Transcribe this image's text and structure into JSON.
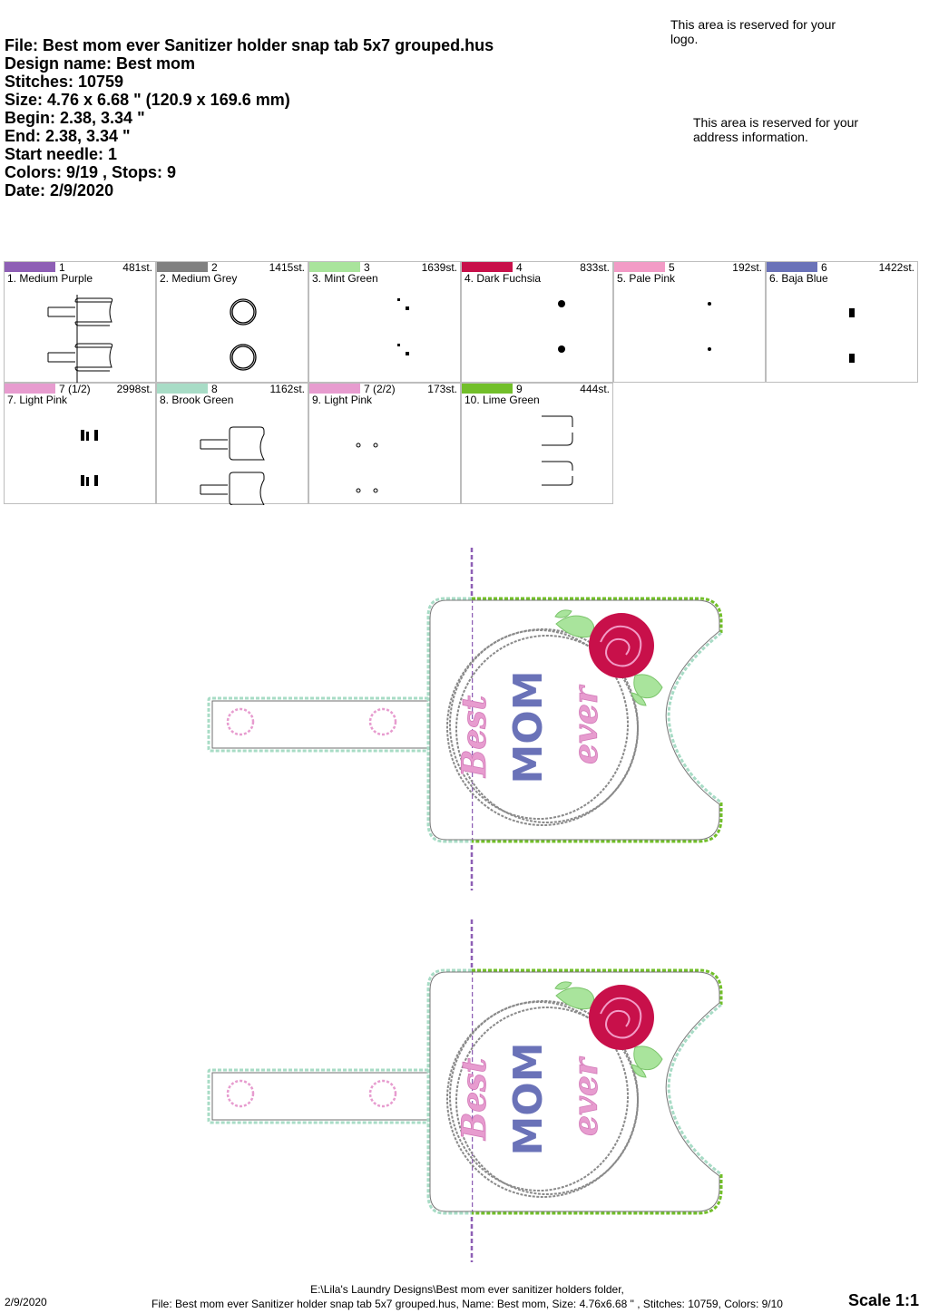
{
  "header": {
    "file": "File: Best mom ever Sanitizer holder snap tab 5x7 grouped.hus",
    "design_name": "Design name: Best mom",
    "stitches": "Stitches: 10759",
    "size": "Size: 4.76 x 6.68 \" (120.9 x 169.6 mm)",
    "begin": "Begin: 2.38, 3.34 \"",
    "end": "End: 2.38, 3.34 \"",
    "start_needle": "Start needle: 1",
    "colors_stops": "Colors: 9/19 , Stops: 9",
    "date": "Date: 2/9/2020"
  },
  "reserved": {
    "logo": "This area is reserved for your logo.",
    "address": "This area is reserved for your address information."
  },
  "color_steps": [
    {
      "num": "1",
      "stitches": "481st.",
      "name": "1. Medium Purple",
      "color": "#8e5fb5"
    },
    {
      "num": "2",
      "stitches": "1415st.",
      "name": "2. Medium Grey",
      "color": "#808080"
    },
    {
      "num": "3",
      "stitches": "1639st.",
      "name": "3. Mint Green",
      "color": "#a9e49c"
    },
    {
      "num": "4",
      "stitches": "833st.",
      "name": "4. Dark Fuchsia",
      "color": "#c8104a"
    },
    {
      "num": "5",
      "stitches": "192st.",
      "name": "5. Pale Pink",
      "color": "#f29bc6"
    },
    {
      "num": "6",
      "stitches": "1422st.",
      "name": "6. Baja Blue",
      "color": "#6a72b8"
    },
    {
      "num": "7 (1/2)",
      "stitches": "2998st.",
      "name": "7. Light Pink",
      "color": "#e79ccf"
    },
    {
      "num": "8",
      "stitches": "1162st.",
      "name": "8. Brook Green",
      "color": "#a8dcc6"
    },
    {
      "num": "7 (2/2)",
      "stitches": "173st.",
      "name": "9. Light Pink",
      "color": "#e79ccf"
    },
    {
      "num": "9",
      "stitches": "444st.",
      "name": "10. Lime Green",
      "color": "#72bf2a"
    }
  ],
  "design_text": {
    "line1": "Best",
    "line2": "MOM",
    "line3": "ever"
  },
  "footer": {
    "date": "2/9/2020",
    "path": "E:\\Lila's Laundry Designs\\Best mom ever sanitizer holders folder,",
    "summary": "File: Best mom ever Sanitizer holder snap tab 5x7 grouped.hus, Name: Best mom, Size: 4.76x6.68 \" , Stitches: 10759, Colors: 9/10",
    "scale": "Scale 1:1"
  },
  "colors": {
    "purple": "#8e5fb5",
    "grey": "#8a8a8a",
    "mint": "#a9e49c",
    "fuchsia": "#c8104a",
    "pale_pink": "#f29bc6",
    "blue": "#6a72b8",
    "light_pink": "#e79ccf",
    "brook": "#a8dcc6",
    "lime": "#72bf2a"
  }
}
